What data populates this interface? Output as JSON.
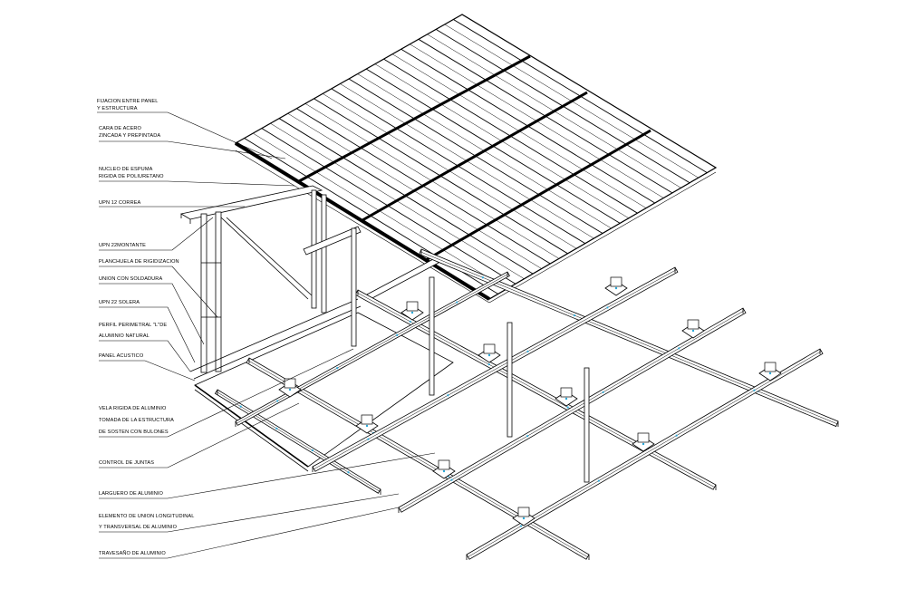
{
  "drawing": {
    "labels": [
      {
        "id": "fijacion",
        "line1": "FIJACION ENTRE PANEL",
        "line2": "Y ESTRUCTURA"
      },
      {
        "id": "cara",
        "line1": "CARA DE ACERO",
        "line2": "ZINCADA Y PREPINTADA"
      },
      {
        "id": "nucleo",
        "line1": "NUCLEO DE ESPUMA",
        "line2": "RIGIDA DE POLIURETANO"
      },
      {
        "id": "correa",
        "line1": "UPN 12  CORREA",
        "line2": ""
      },
      {
        "id": "montante",
        "line1": "UPN 22MONTANTE",
        "line2": ""
      },
      {
        "id": "planchuela",
        "line1": "PLANCHUELA DE RIGIDIZACION",
        "line2": ""
      },
      {
        "id": "union",
        "line1": "UNION CON SOLDADURA",
        "line2": ""
      },
      {
        "id": "solera",
        "line1": "UPN 22 SOLERA",
        "line2": ""
      },
      {
        "id": "perfil",
        "line1": "PERFIL PERIMETRAL \"L\"DE",
        "line2": "ALUMINIO NATURAL"
      },
      {
        "id": "panel",
        "line1": "PANEL ACUSTICO",
        "line2": ""
      },
      {
        "id": "vela",
        "line1": "VELA RIGIDA DE ALUMINIO",
        "line2": "TOMADA DE LA ESTRUCTURA",
        "line3": "DE SOSTEN CON BULONES"
      },
      {
        "id": "control",
        "line1": "CONTROL DE JUNTAS",
        "line2": ""
      },
      {
        "id": "larguero",
        "line1": "LARGUERO DE ALUMINIO",
        "line2": ""
      },
      {
        "id": "elemento",
        "line1": "ELEMENTO DE UNION LONGITUDINAL",
        "line2": "Y TRANSVERSAL DE ALUMINIO"
      },
      {
        "id": "travesano",
        "line1": "TRAVESAÑO DE ALUMINIO",
        "line2": ""
      }
    ],
    "colors": {
      "line": "#000000",
      "marker": "#2aa6d6",
      "background": "#ffffff"
    }
  }
}
